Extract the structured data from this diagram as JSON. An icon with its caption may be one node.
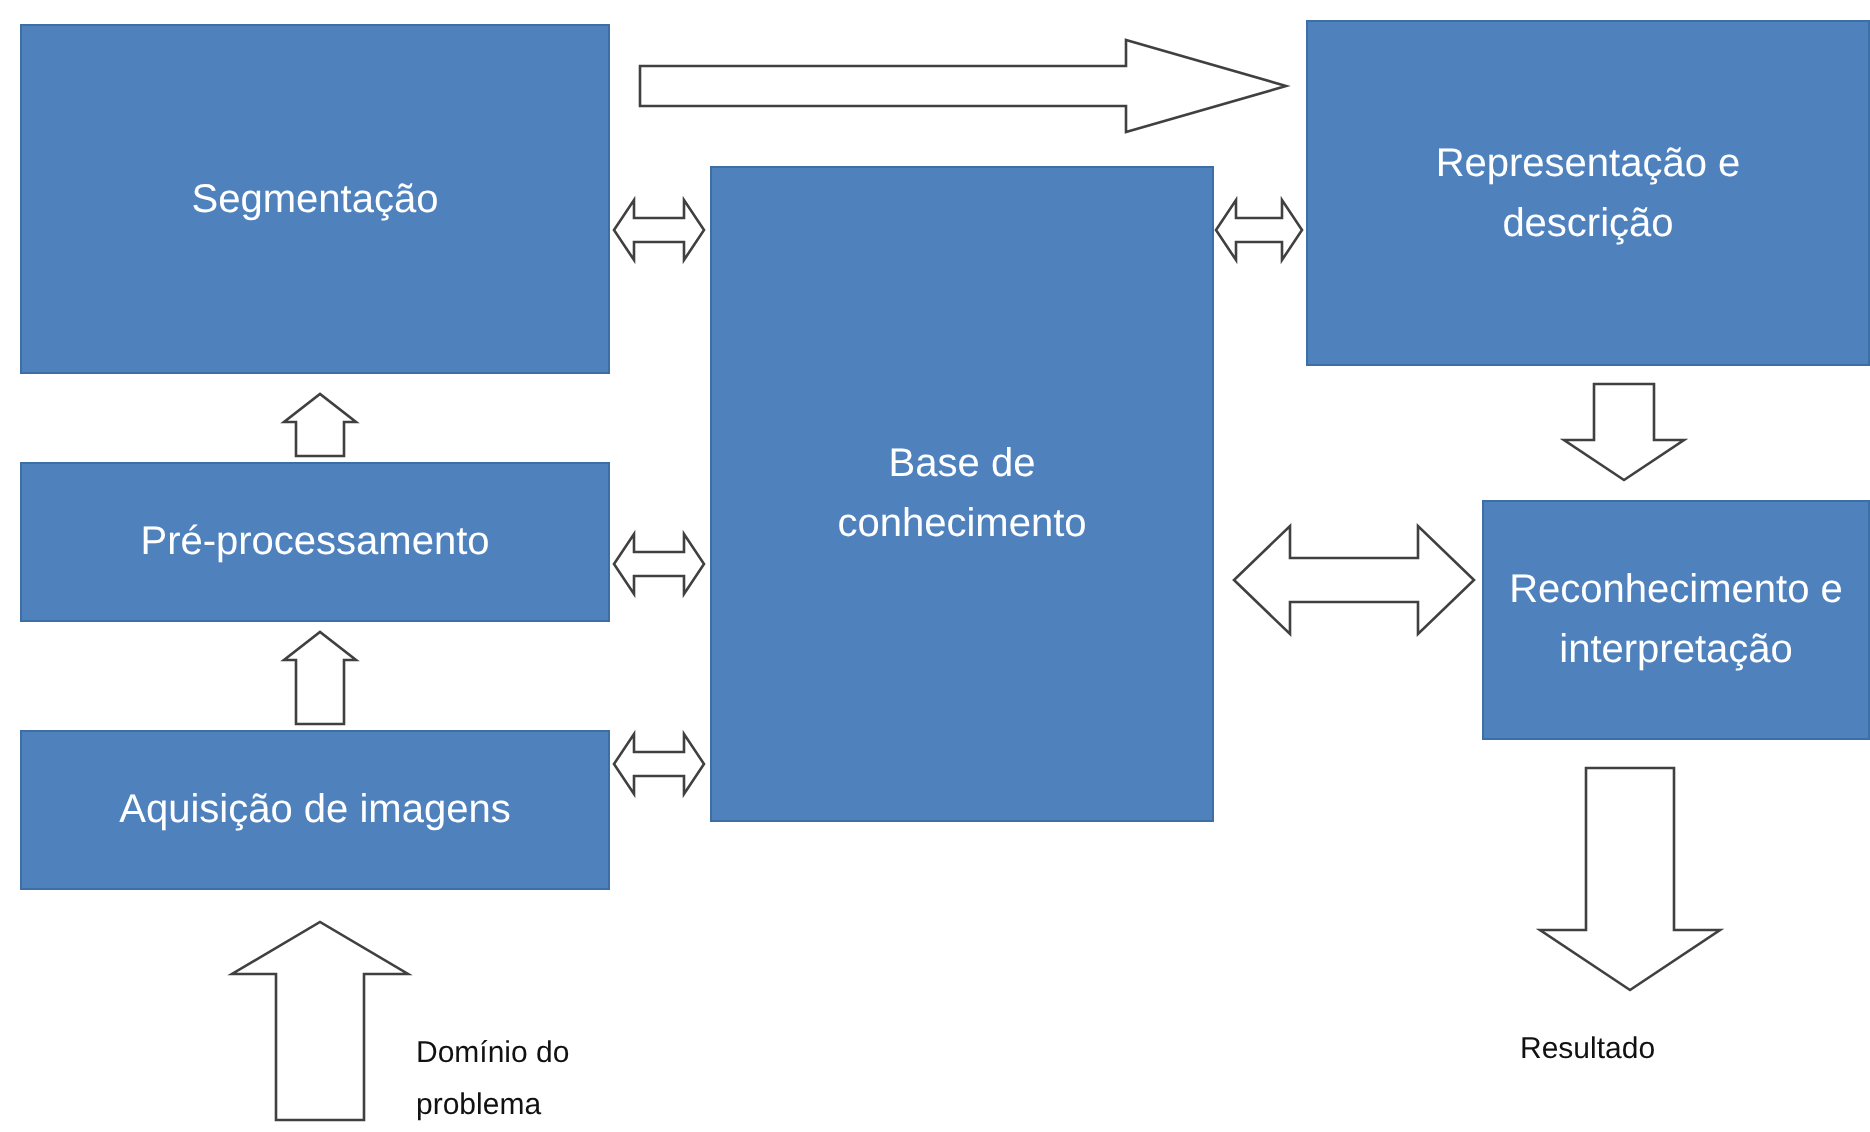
{
  "diagram": {
    "nodes": [
      {
        "text": [
          "Segmentação"
        ]
      },
      {
        "text": [
          "Pré-processamento"
        ]
      },
      {
        "text": [
          "Aquisição de imagens"
        ]
      },
      {
        "text": [
          "Base de conhecimento"
        ]
      },
      {
        "text": [
          "Representação e descrição"
        ]
      },
      {
        "text": [
          "Reconhecimento e interpretação"
        ]
      },
      {
        "text": [
          "Domínio do problema"
        ]
      },
      {
        "text": [
          "Resultado"
        ]
      }
    ],
    "edges": [
      {
        "from": 2,
        "to": 1,
        "arrow": "to"
      },
      {
        "from": 1,
        "to": 0,
        "arrow": "to"
      },
      {
        "from": 0,
        "to": 4,
        "arrow": "to"
      },
      {
        "from": 0,
        "to": 3,
        "arrow": "both"
      },
      {
        "from": 1,
        "to": 3,
        "arrow": "both"
      },
      {
        "from": 2,
        "to": 3,
        "arrow": "both"
      },
      {
        "from": 3,
        "to": 4,
        "arrow": "both"
      },
      {
        "from": 3,
        "to": 5,
        "arrow": "both"
      },
      {
        "from": 4,
        "to": 5,
        "arrow": "to"
      },
      {
        "from": 6,
        "to": 2,
        "arrow": "to"
      },
      {
        "from": 5,
        "to": 7,
        "arrow": "to"
      }
    ]
  }
}
